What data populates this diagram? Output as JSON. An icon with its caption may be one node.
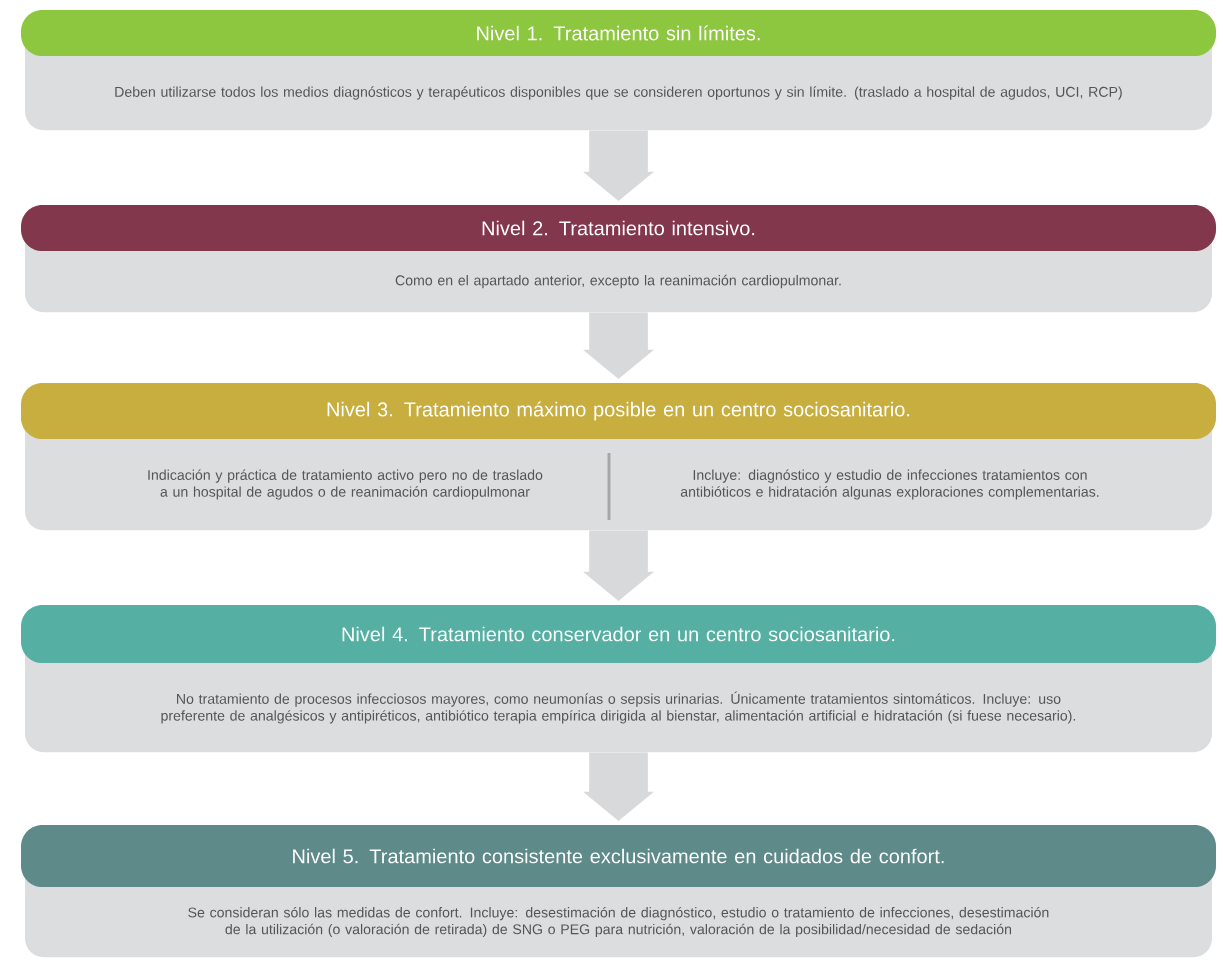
{
  "diagram": {
    "nodes": [
      {
        "text": [
          "Nivel 1. Tratamiento sin límites.",
          "Deben utilizarse todos los medios diagnósticos y terapéuticos disponibles que se consideren oportunos y sin límite. (traslado a hospital de agudos, UCI, RCP)"
        ]
      },
      {
        "text": [
          "Nivel 2. Tratamiento intensivo.",
          "Como en el apartado anterior, excepto la reanimación cardiopulmonar."
        ]
      },
      {
        "text": [
          "Nivel 3. Tratamiento máximo posible en un centro sociosanitario.",
          "Indicación y práctica de tratamiento activo pero no de traslado a un hospital de agudos o de reanimación cardiopulmonar",
          "Incluye: diagnóstico y estudio de infecciones tratamientos con antibióticos e hidratación algunas exploraciones complementarias."
        ]
      },
      {
        "text": [
          "Nivel 4. Tratamiento conservador en un centro sociosanitario.",
          "No tratamiento de procesos infecciosos mayores, como neumonías o sepsis urinarias. Únicamente tratamientos sintomáticos. Incluye: uso preferente de analgésicos y antipiréticos, antibiótico terapia empírica dirigida al bienstar, alimentación artificial e hidratación (si fuese necesario)."
        ]
      },
      {
        "text": [
          "Nivel 5. Tratamiento consistente exclusivamente en cuidados de confort.",
          "Se consideran sólo las medidas de confort. Incluye: desestimación de diagnóstico, estudio o tratamiento de infecciones, desestimación de la utilización (o valoración de retirada) de SNG o PEG para nutrición, valoración de la posibilidad/necesidad de sedación"
        ]
      }
    ],
    "edges": [
      {
        "from": 0,
        "to": 1,
        "arrow": "to"
      },
      {
        "from": 1,
        "to": 2,
        "arrow": "to"
      },
      {
        "from": 2,
        "to": 3,
        "arrow": "to"
      },
      {
        "from": 3,
        "to": 4,
        "arrow": "to"
      }
    ]
  }
}
